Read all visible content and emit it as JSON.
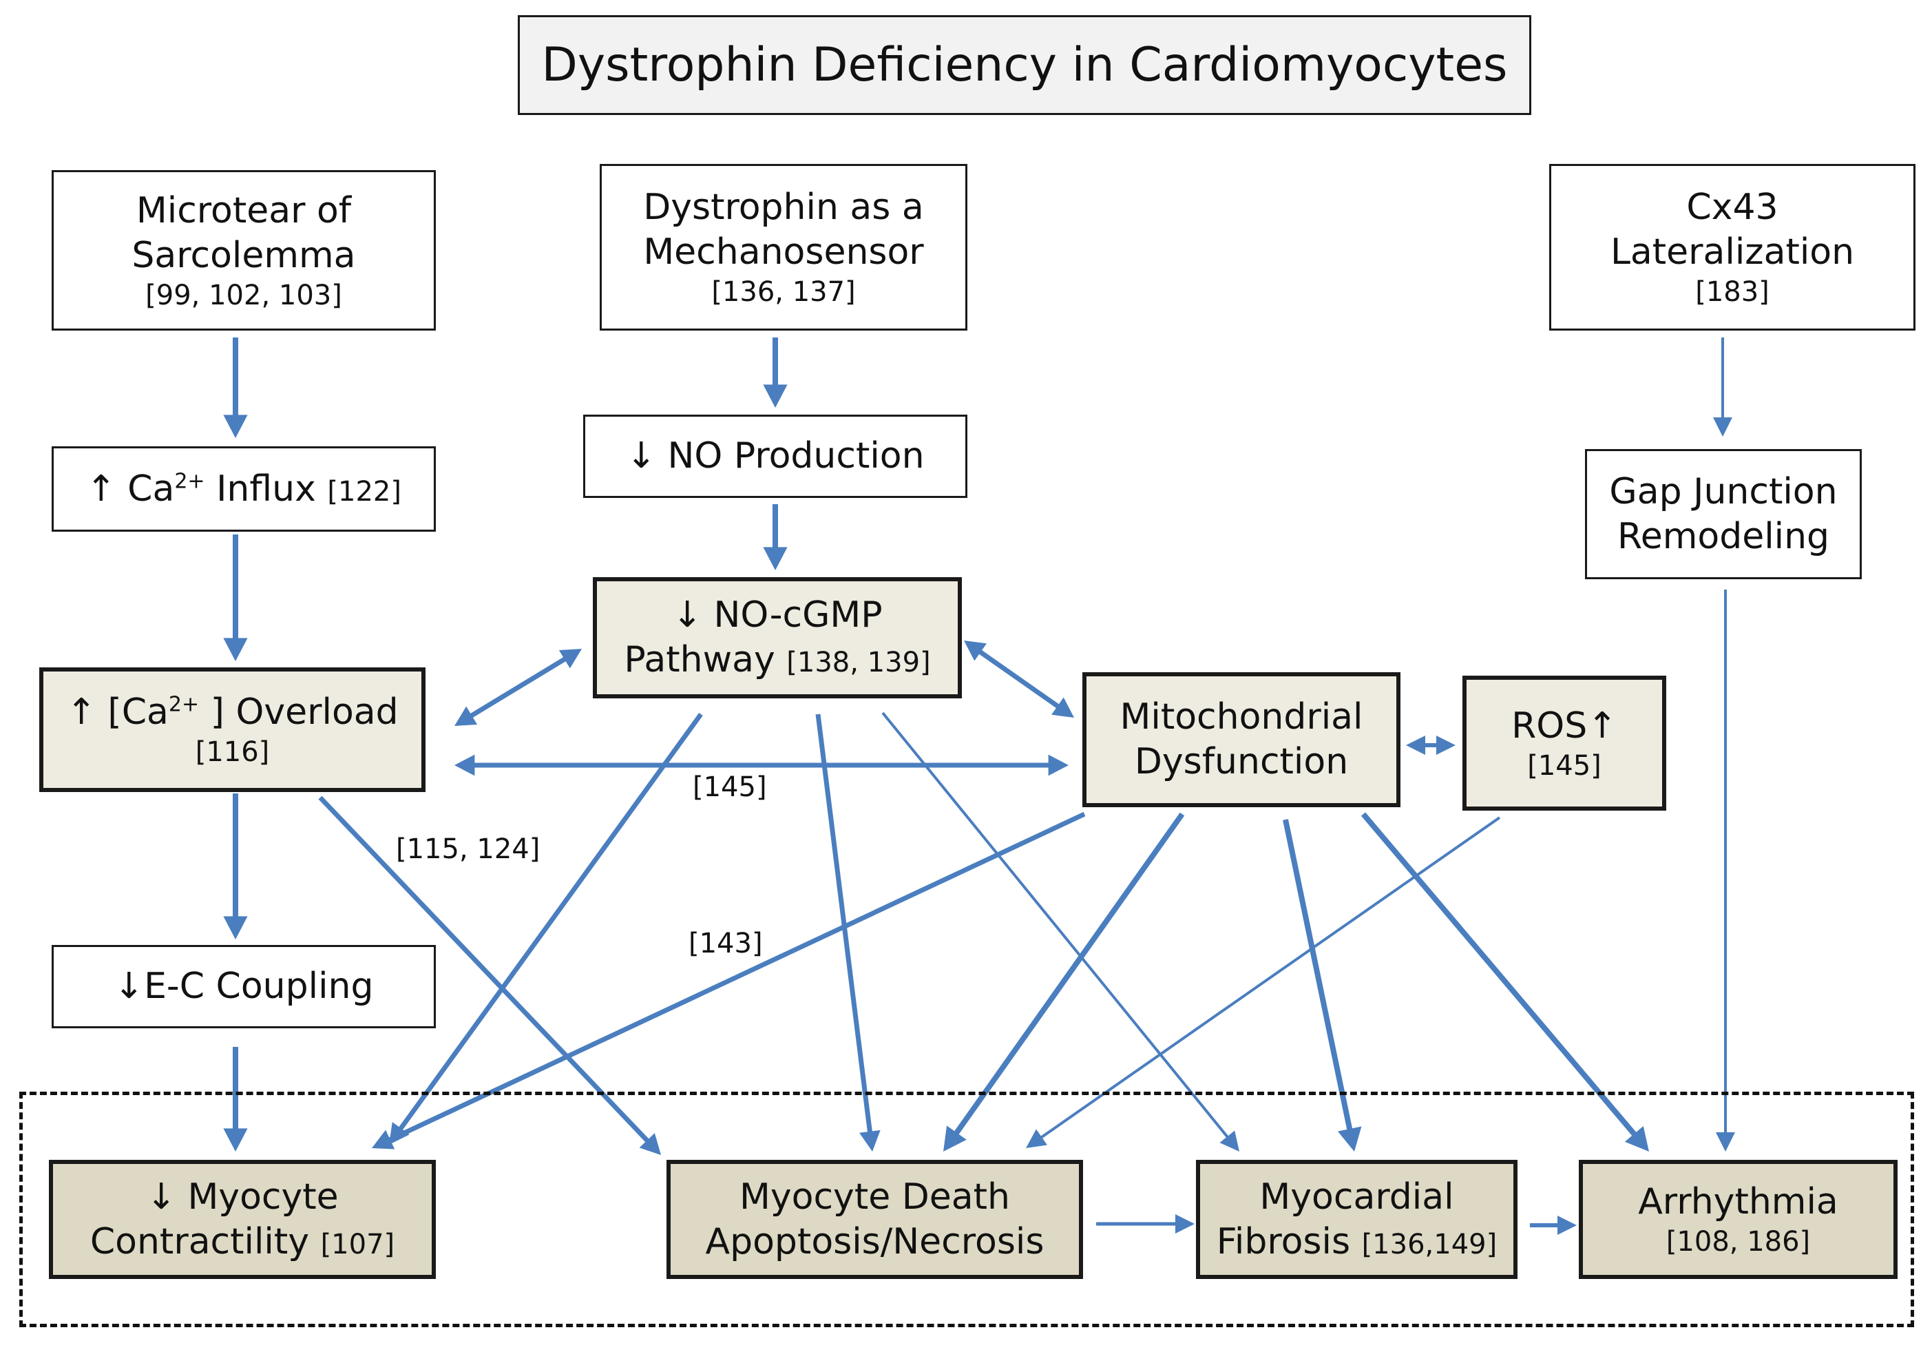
{
  "title": "Dystrophin Deficiency in Cardiomyocytes",
  "nodes": {
    "microtear": {
      "line1": "Microtear of",
      "line2": "Sarcolemma",
      "ref": "[99, 102, 103]"
    },
    "mechanosensor": {
      "line1": "Dystrophin as a",
      "line2": "Mechanosensor",
      "ref": "[136, 137]"
    },
    "cx43": {
      "line1": "Cx43",
      "line2": "Lateralization",
      "ref": "[183]"
    },
    "ca_influx": {
      "arrow": "↑",
      "text_pre": "Ca",
      "sup": "2+",
      "text_post": "Influx",
      "ref": "[122]"
    },
    "no_production": {
      "text": "↓ NO Production"
    },
    "gap_junction": {
      "line1": "Gap Junction",
      "line2": "Remodeling"
    },
    "no_cgmp": {
      "line1": "↓ NO-cGMP",
      "line2": "Pathway",
      "ref": "[138, 139]"
    },
    "ca_overload": {
      "text_pre": "↑ [Ca",
      "sup": "2+",
      "text_post": " ] Overload",
      "ref": "[116]"
    },
    "mito": {
      "line1": "Mitochondrial",
      "line2": "Dysfunction"
    },
    "ros": {
      "line1": "ROS↑",
      "ref": "[145]"
    },
    "ec_coupling": {
      "text": "↓E-C Coupling"
    },
    "contractility": {
      "line1": "↓ Myocyte",
      "line2": "Contractility",
      "ref": "[107]"
    },
    "death": {
      "line1": "Myocyte Death",
      "line2": "Apoptosis/Necrosis"
    },
    "fibrosis": {
      "line1": "Myocardial",
      "line2": "Fibrosis",
      "ref": "[136,149]"
    },
    "arrhythmia": {
      "line1": "Arrhythmia",
      "ref": "[108, 186]"
    }
  },
  "edge_labels": {
    "ca_mito": "[145]",
    "ca_death": "[115, 124]",
    "mito_contractility": "[143]"
  },
  "colors": {
    "arrow": "#4a7ebf",
    "border": "#1a1a1a",
    "beige": "#eeebe0",
    "tan": "#ddd9c4",
    "title_bg": "#f2f2f2"
  }
}
